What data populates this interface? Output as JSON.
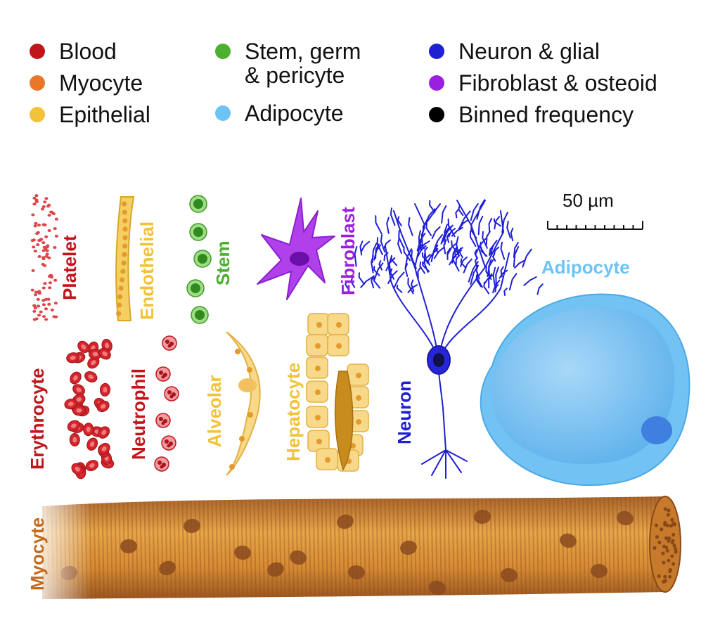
{
  "legend": [
    {
      "label": "Blood",
      "color": "#c0161b"
    },
    {
      "label": "Myocyte",
      "color": "#e8772a"
    },
    {
      "label": "Epithelial",
      "color": "#f2c23a"
    },
    {
      "label": "Stem, germ\n& pericyte",
      "color": "#4caf2e"
    },
    {
      "label": "Adipocyte",
      "color": "#6ec3f5"
    },
    {
      "label": "Neuron & glial",
      "color": "#1f1fd6"
    },
    {
      "label": "Fibroblast & osteoid",
      "color": "#9b1fe0"
    },
    {
      "label": "Binned frequency",
      "color": "#000000"
    }
  ],
  "scale_bar": {
    "label": "50 µm"
  },
  "cells": {
    "platelet": {
      "label": "Platelet",
      "color": "#c0161b"
    },
    "endothelial": {
      "label": "Endothelial",
      "color": "#f2c23a"
    },
    "stem": {
      "label": "Stem",
      "color": "#4caf2e"
    },
    "fibroblast": {
      "label": "Fibroblast",
      "color": "#9b1fe0"
    },
    "adipocyte": {
      "label": "Adipocyte",
      "color": "#6ec3f5"
    },
    "erythrocyte": {
      "label": "Erythrocyte",
      "color": "#c0161b"
    },
    "neutrophil": {
      "label": "Neutrophil",
      "color": "#c0161b"
    },
    "alveolar": {
      "label": "Alveolar",
      "color": "#f2c23a"
    },
    "hepatocyte": {
      "label": "Hepatocyte",
      "color": "#f2c23a"
    },
    "neuron": {
      "label": "Neuron",
      "color": "#1f1fd6"
    },
    "myocyte": {
      "label": "Myocyte",
      "color": "#c46a1e"
    }
  }
}
